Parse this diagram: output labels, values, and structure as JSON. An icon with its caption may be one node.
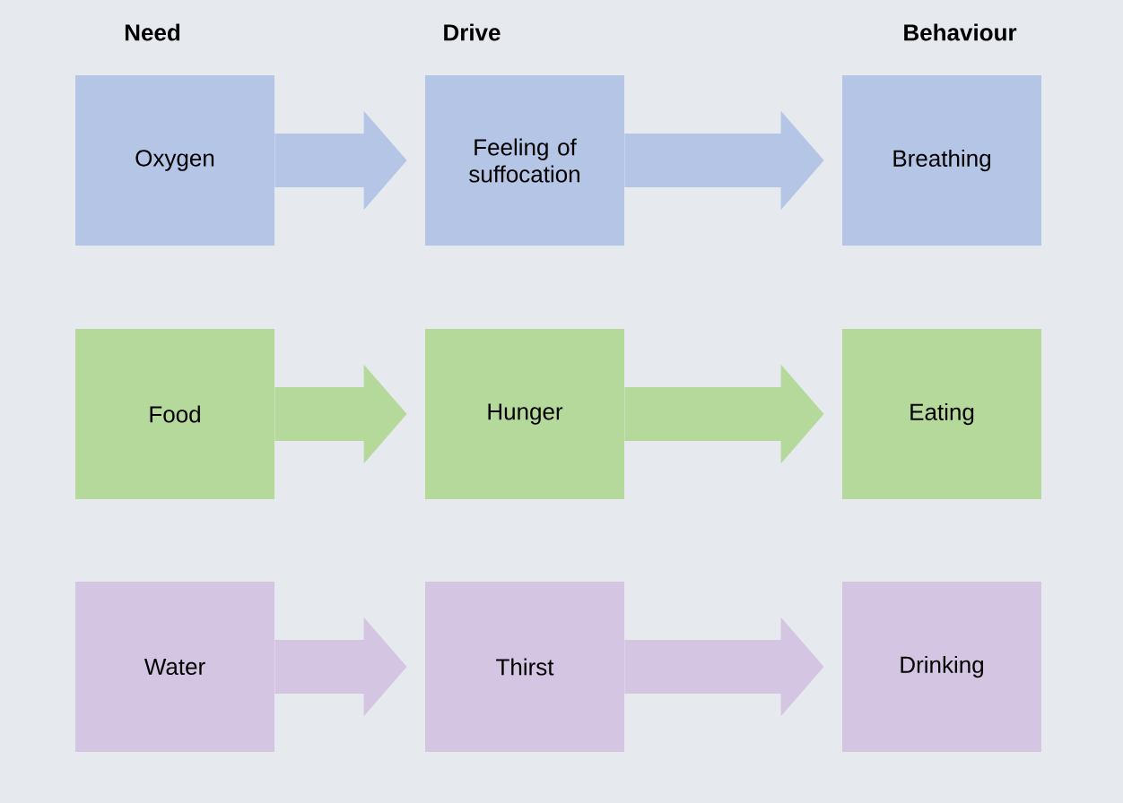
{
  "diagram": {
    "nodes": [
      {
        "text": [
          "Oxygen"
        ]
      },
      {
        "text": [
          "Feeling of suffocation"
        ]
      },
      {
        "text": [
          "Breathing"
        ]
      },
      {
        "text": [
          "Food"
        ]
      },
      {
        "text": [
          "Hunger"
        ]
      },
      {
        "text": [
          "Eating"
        ]
      },
      {
        "text": [
          "Water"
        ]
      },
      {
        "text": [
          "Thirst"
        ]
      },
      {
        "text": [
          "Drinking"
        ]
      }
    ],
    "edges": [
      {
        "from": 0,
        "to": 1,
        "arrow": "to",
        "color": "#b4c5e6"
      },
      {
        "from": 1,
        "to": 2,
        "arrow": "to",
        "color": "#b4c5e6"
      },
      {
        "from": 3,
        "to": 4,
        "arrow": "to",
        "color": "#b5d99a"
      },
      {
        "from": 4,
        "to": 5,
        "arrow": "to",
        "color": "#b5d99a"
      },
      {
        "from": 6,
        "to": 7,
        "arrow": "to",
        "color": "#d4c6e2"
      },
      {
        "from": 7,
        "to": 8,
        "arrow": "to",
        "color": "#d4c6e2"
      }
    ],
    "labels": [
      "Need",
      "Drive",
      "Behaviour"
    ]
  }
}
